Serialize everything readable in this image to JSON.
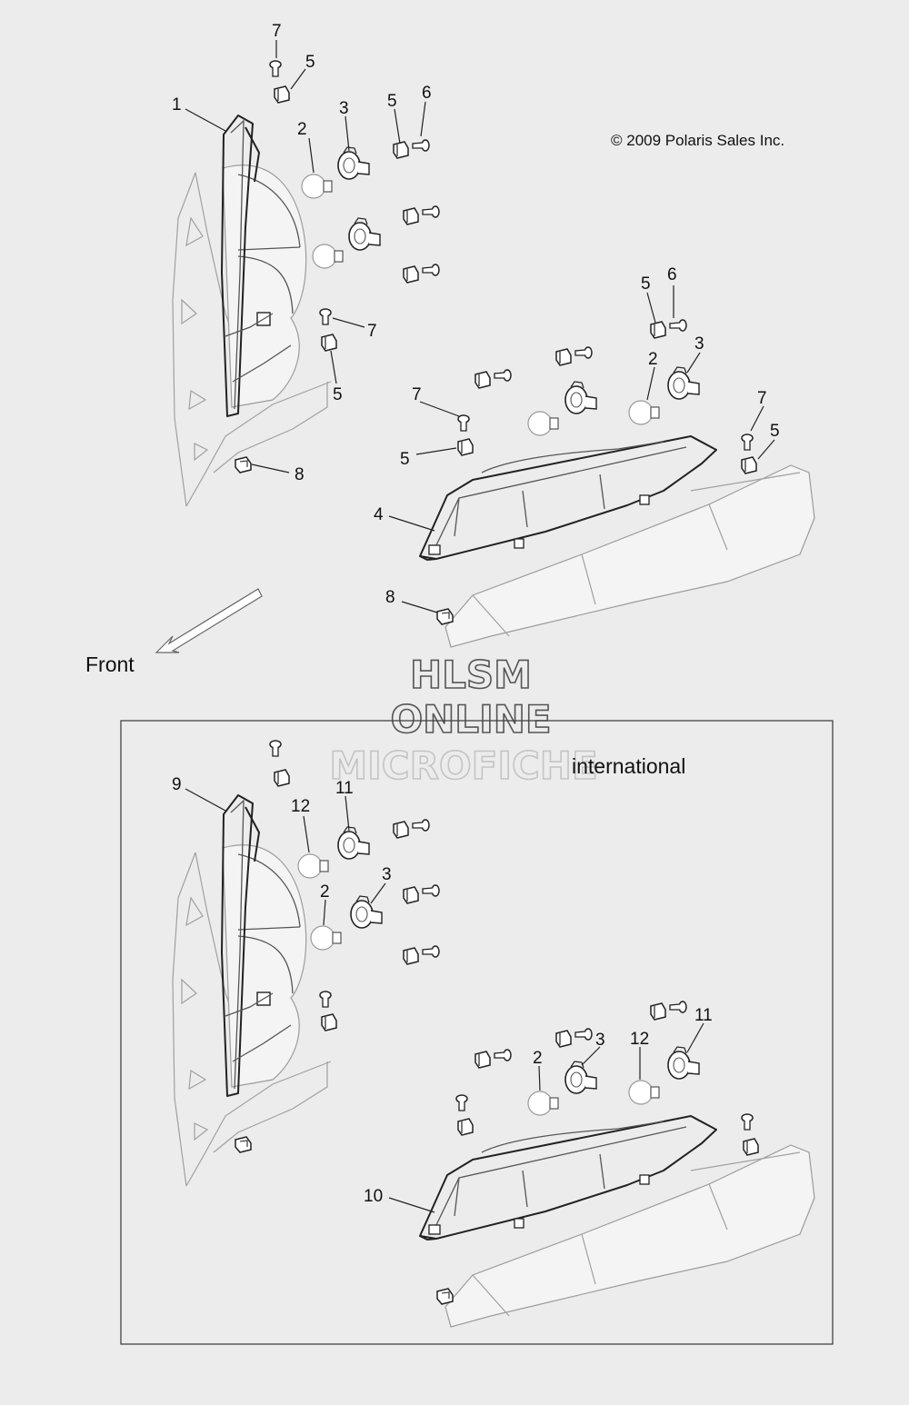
{
  "copyright": "© 2009 Polaris Sales Inc.",
  "front_label": "Front",
  "international_label": "international",
  "watermark": {
    "line1": "HLSM",
    "line2": "ONLINE",
    "line3": "MICROFICHE"
  },
  "callouts_top": {
    "c1": "1",
    "c2a": "2",
    "c3a": "3",
    "c4": "4",
    "c5a": "5",
    "c5b": "5",
    "c5c": "5",
    "c5d": "5",
    "c5e": "5",
    "c5f": "5",
    "c6a": "6",
    "c6b": "6",
    "c7a": "7",
    "c7b": "7",
    "c7c": "7",
    "c7d": "7",
    "c8a": "8",
    "c8b": "8",
    "c2b": "2",
    "c3b": "3"
  },
  "callouts_bottom": {
    "c9": "9",
    "c10": "10",
    "c11a": "11",
    "c11b": "11",
    "c12a": "12",
    "c12b": "12",
    "c2a": "2",
    "c2b": "2",
    "c3a": "3",
    "c3b": "3"
  }
}
